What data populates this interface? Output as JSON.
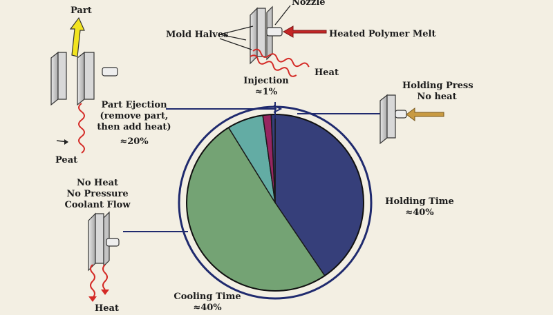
{
  "labels": {
    "part": "Part",
    "nozzle": "Nozzle",
    "mold_halves": "Mold Halves",
    "heated_polymer_melt": "Heated Polymer Melt",
    "heat_top": "Heat",
    "injection": "Injection",
    "injection_pct": "≈1%",
    "holding_press": "Holding Press",
    "no_heat": "No heat",
    "part_ejection_1": "Part Ejection",
    "part_ejection_2": "(remove part,",
    "part_ejection_3": "then add heat)",
    "part_ejection_pct": "≈20%",
    "peat": "Peat",
    "no_heat_2": "No Heat",
    "no_pressure": "No Pressure",
    "coolant_flow": "Coolant Flow",
    "heat_bottom": "Heat",
    "holding_time": "Holding Time",
    "holding_time_pct": "≈40%",
    "cooling_time": "Cooling Time",
    "cooling_time_pct": "≈40%"
  },
  "chart_data": {
    "type": "pie",
    "start_angle_deg": 0,
    "direction": "clockwise",
    "slices": [
      {
        "name": "Holding Time",
        "value": 40,
        "color": "#363f7a"
      },
      {
        "name": "Cooling Time",
        "value": 50,
        "color": "#74a374"
      },
      {
        "name": "Part Ejection",
        "value": 6.5,
        "color": "#63aca4"
      },
      {
        "name": "Injection",
        "value": 1.5,
        "color": "#962660"
      },
      {
        "name": "Injection",
        "value": 0.7,
        "color": "#363f7a"
      }
    ]
  },
  "colors": {
    "outline": "#1f2a6e",
    "heat_wave": "#d42a26",
    "part_arrow": "#f2e41f",
    "melt_arrow": "#c42626",
    "press_arrow": "#c89a42",
    "plate": "#cfcfcf"
  }
}
